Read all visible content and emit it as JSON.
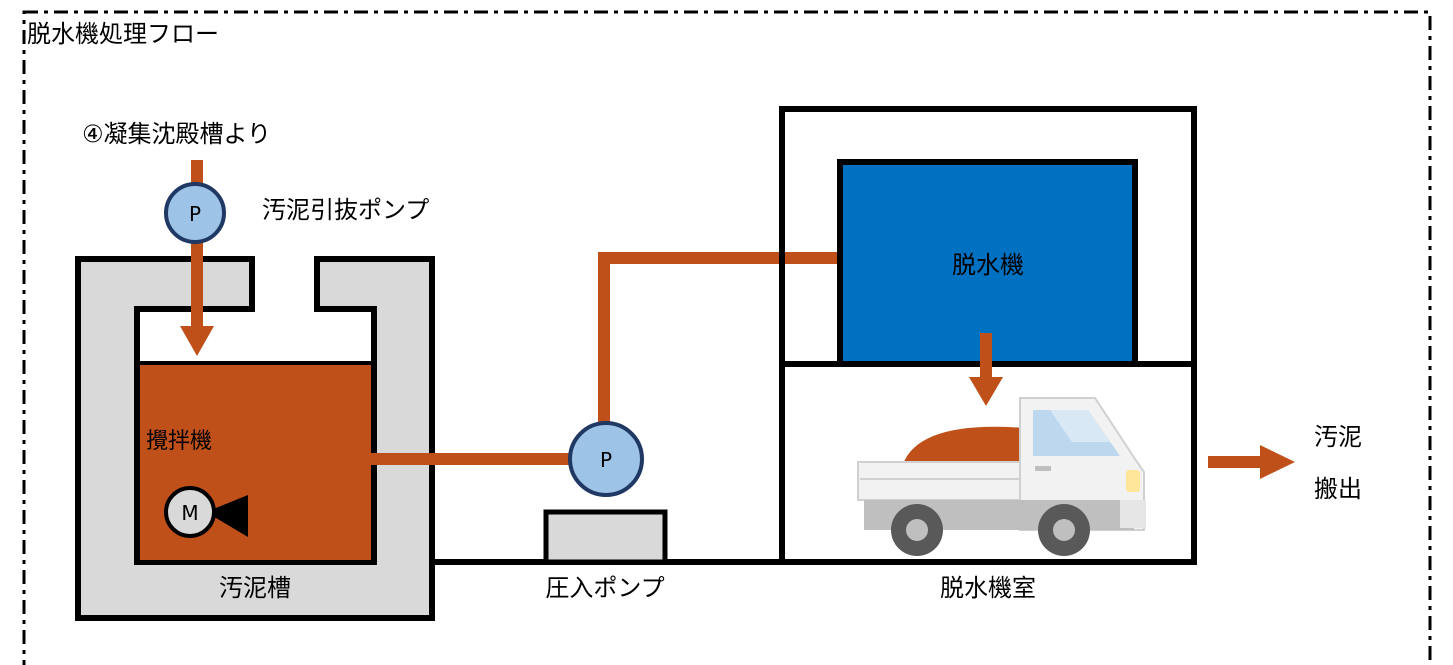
{
  "title": "脱水機処理フロー",
  "labels": {
    "source": "④凝集沈殿槽より",
    "pump_extract": "汚泥引抜ポンプ",
    "pump_symbol": "P",
    "pump2_symbol": "P",
    "mixer": "攪拌機",
    "motor_symbol": "M",
    "sludge_tank": "汚泥槽",
    "pressure_pump": "圧入ポンプ",
    "dehydrator": "脱水機",
    "dehydrator_room": "脱水機室",
    "output_line1": "汚泥",
    "output_line2": "搬出"
  },
  "colors": {
    "pipe": "#c0501a",
    "sludge": "#c0501a",
    "dehydrator": "#0070c0",
    "pump_fill": "#9dc3e6",
    "tank_gray": "#d9d9d9",
    "truck_body": "#f2f2f2",
    "wheel": "#595959",
    "window": "#bdd7ee",
    "headlight": "#ffe699"
  }
}
